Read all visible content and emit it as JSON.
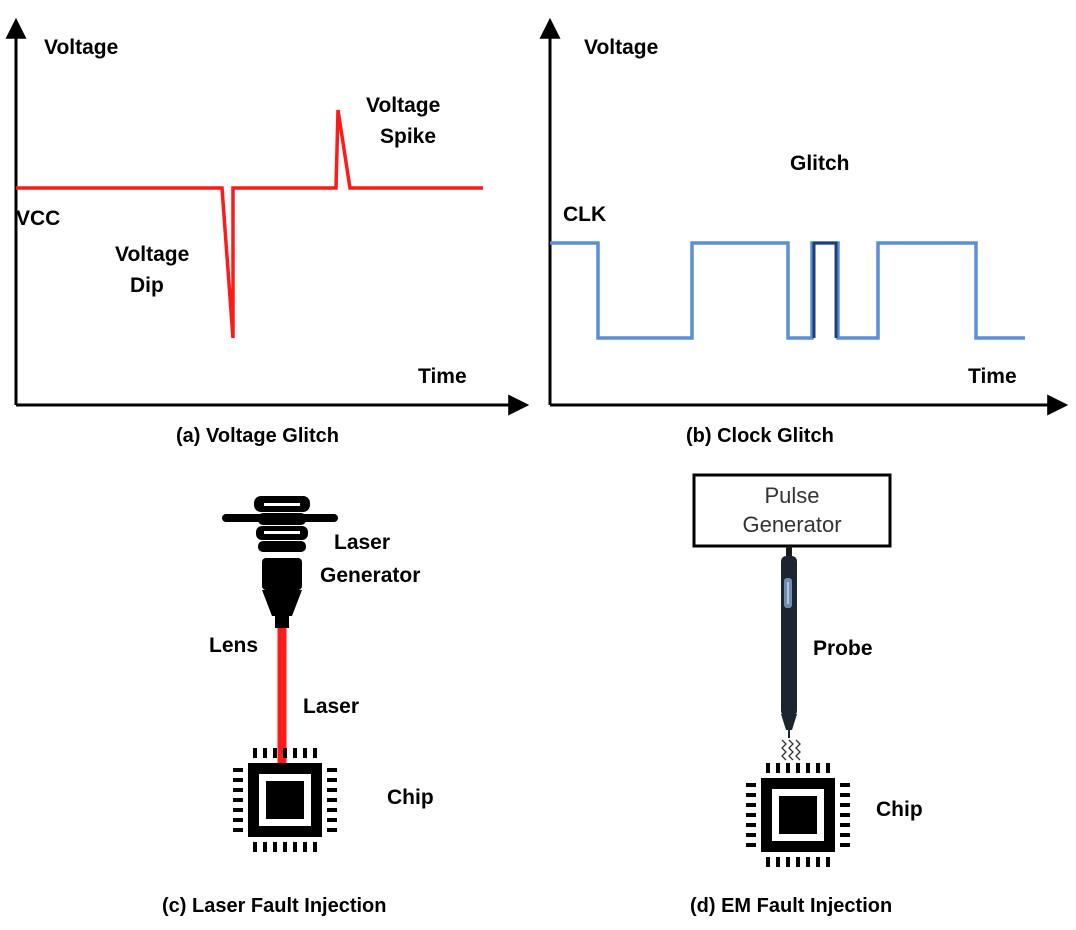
{
  "colors": {
    "voltage_line": "#ff1a1a",
    "clock_line": "#5b8fd6",
    "clock_glitch": "#1f3f7a",
    "laser_beam": "#ff1a1a",
    "ink": "#000000"
  },
  "panel_a": {
    "y_label": "Voltage",
    "x_label": "Time",
    "vcc_label": "VCC",
    "dip_label_1": "Voltage",
    "dip_label_2": "Dip",
    "spike_label_1": "Voltage",
    "spike_label_2": "Spike",
    "caption": "(a) Voltage Glitch"
  },
  "panel_b": {
    "y_label": "Voltage",
    "x_label": "Time",
    "clk_label": "CLK",
    "glitch_label": "Glitch",
    "caption": "(b) Clock Glitch"
  },
  "panel_c": {
    "generator_label_1": "Laser",
    "generator_label_2": "Generator",
    "lens_label": "Lens",
    "laser_label": "Laser",
    "chip_label": "Chip",
    "caption": "(c) Laser Fault Injection",
    "icons": [
      "laser-generator-icon",
      "chip-icon"
    ]
  },
  "panel_d": {
    "pulse_label_1": "Pulse",
    "pulse_label_2": "Generator",
    "probe_label": "Probe",
    "chip_label": "Chip",
    "caption": "(d) EM Fault Injection",
    "icons": [
      "em-probe-icon",
      "chip-icon"
    ]
  }
}
